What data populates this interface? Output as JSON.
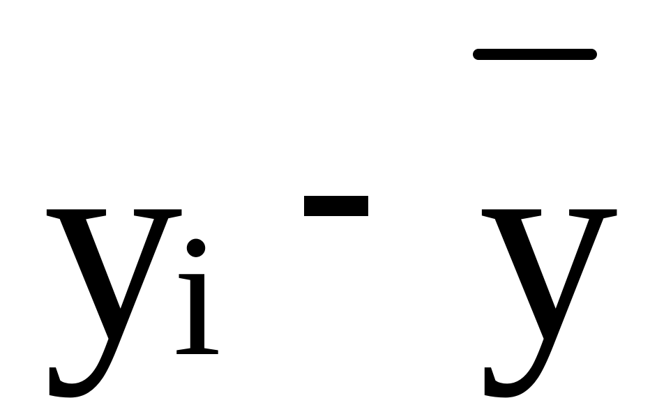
{
  "formula": {
    "base": "y",
    "subscript": "i",
    "operator": "-",
    "mean_symbol": "y"
  }
}
